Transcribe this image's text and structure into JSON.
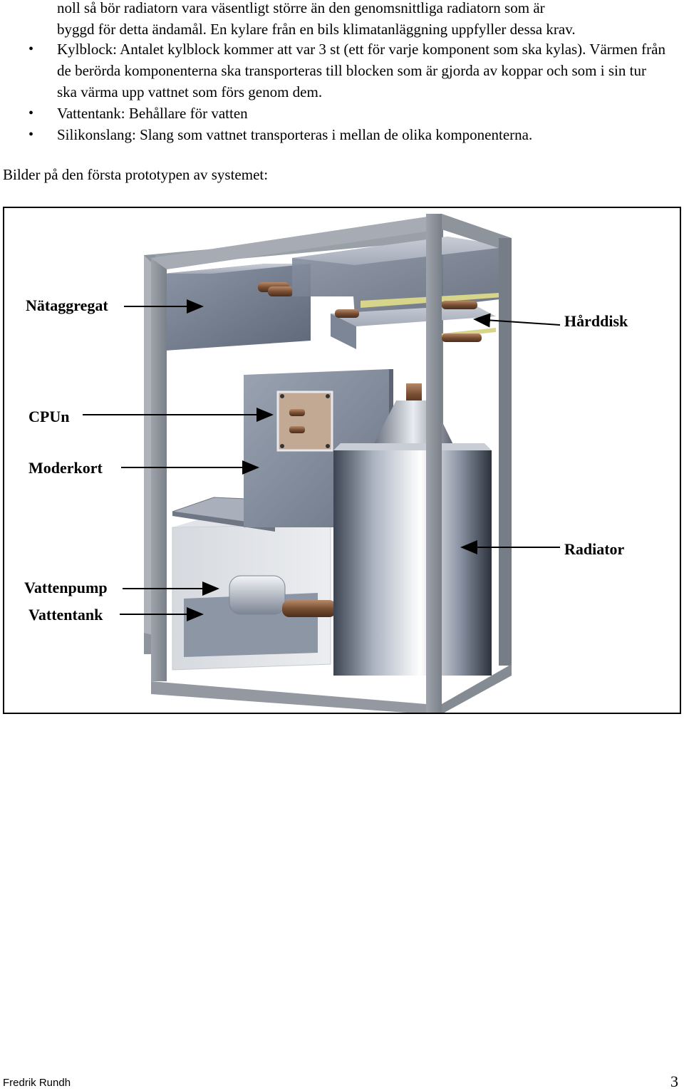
{
  "continuation": [
    "noll så bör radiatorn vara väsentligt större än den genomsnittliga radiatorn som är",
    "byggd för detta ändamål. En kylare från en bils klimatanläggning uppfyller dessa krav."
  ],
  "bullets": [
    "Kylblock: Antalet kylblock kommer att var 3 st (ett för varje komponent som ska kylas). Värmen från de berörda komponenterna ska transporteras till blocken som är gjorda av koppar och som i sin tur ska värma upp vattnet som förs genom dem.",
    "Vattentank: Behållare för vatten",
    "Silikonslang: Slang som vattnet transporteras i mellan de olika komponenterna."
  ],
  "intro": "Bilder på den första prototypen av systemet:",
  "figure_labels": {
    "psu": "Nätaggregat",
    "hdd": "Hårddisk",
    "cpu": "CPUn",
    "mobo": "Moderkort",
    "radiator": "Radiator",
    "pump": "Vattenpump",
    "tank": "Vattentank"
  },
  "footer": {
    "author": "Fredrik Rundh",
    "page_number": "3"
  }
}
